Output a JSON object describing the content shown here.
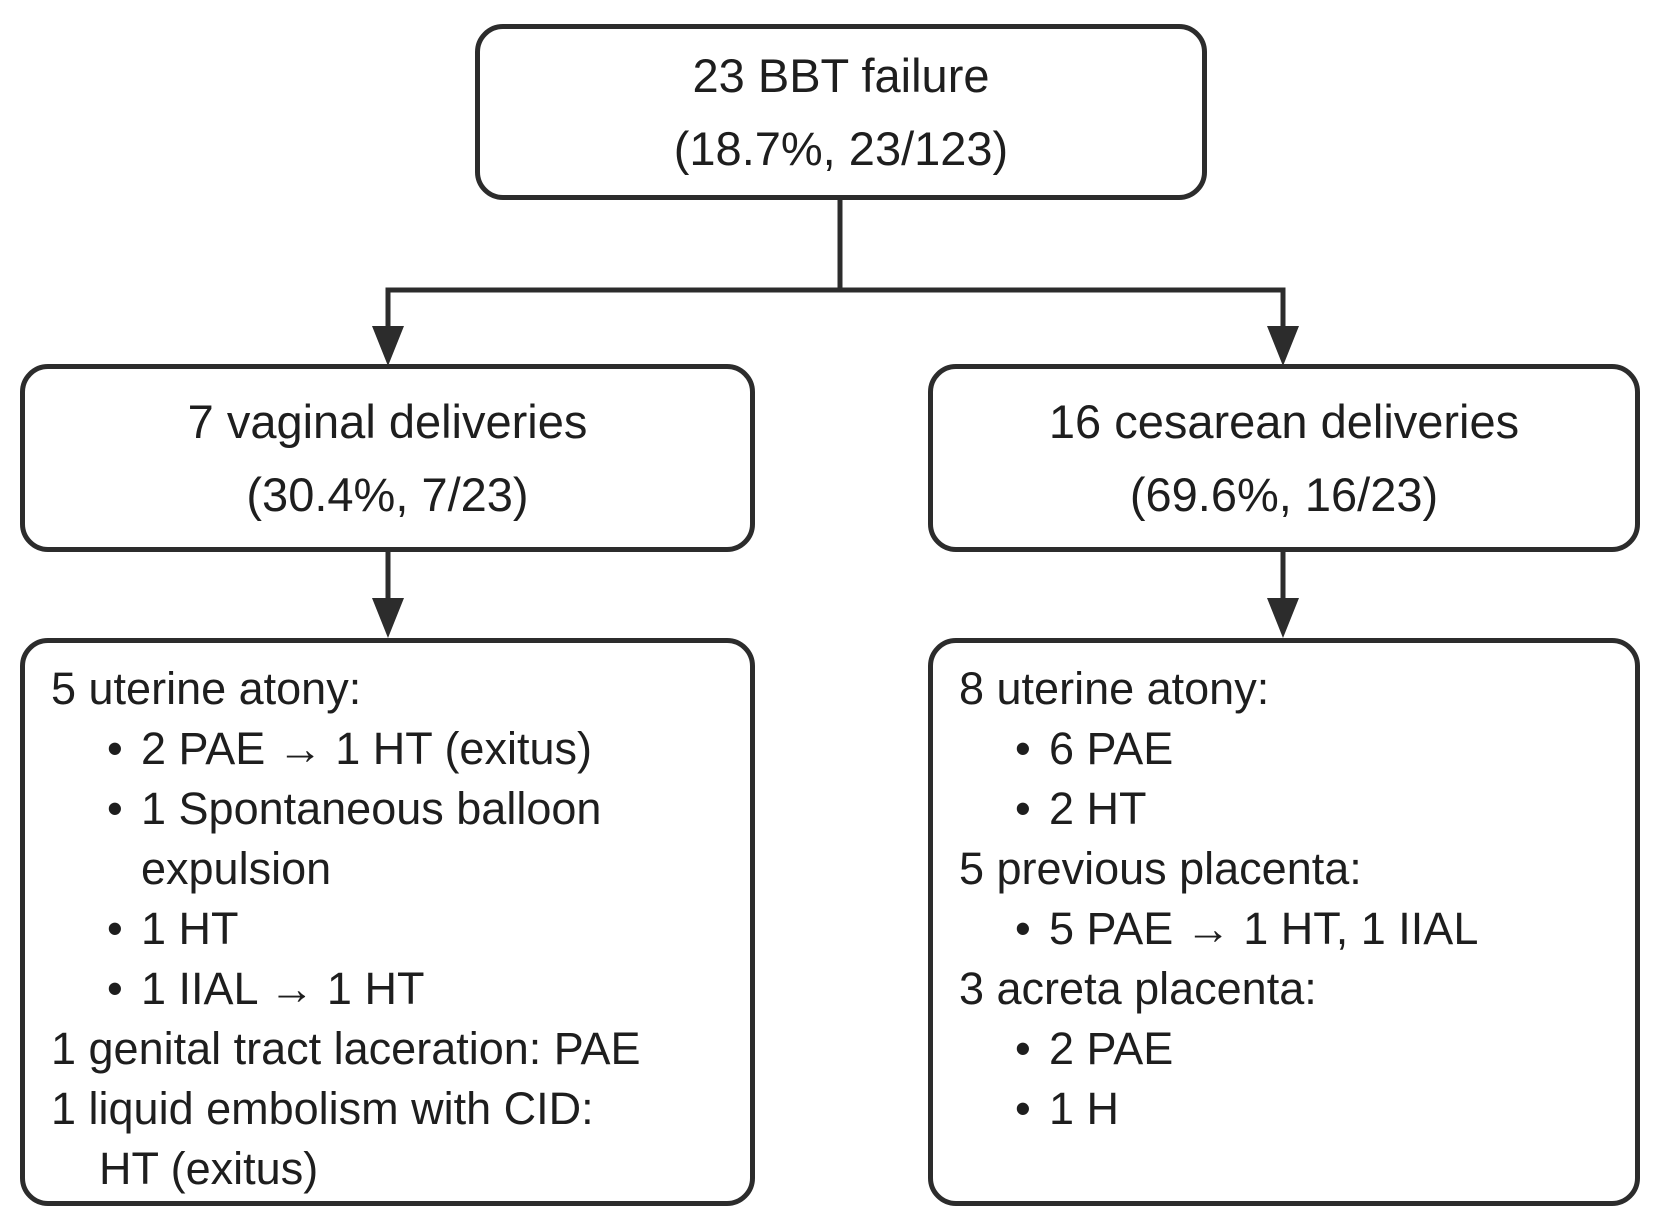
{
  "figure": {
    "type": "flowchart",
    "colors": {
      "background": "#ffffff",
      "border": "#2c2c2c",
      "connector": "#2c2c2c",
      "text": "#1e1e1e"
    }
  },
  "nodes": {
    "root": {
      "lines": [
        "23 BBT failure",
        "(18.7%, 23/123)"
      ]
    },
    "vaginal": {
      "lines": [
        "7 vaginal deliveries",
        "(30.4%, 7/23)"
      ]
    },
    "cesarean": {
      "lines": [
        "16 cesarean deliveries",
        "(69.6%, 16/23)"
      ]
    },
    "vaginal_outcomes": {
      "lines": [
        "5 uterine atony:",
        "2 PAE → 1 HT (exitus)",
        "1 Spontaneous balloon",
        "expulsion",
        "1 HT",
        "1 IIAL → 1 HT",
        "1 genital tract laceration: PAE",
        "1 liquid embolism with CID:",
        "HT (exitus)"
      ]
    },
    "cesarean_outcomes": {
      "lines": [
        "8 uterine atony:",
        "6 PAE",
        "2 HT",
        "5 previous placenta:",
        "5 PAE → 1 HT, 1 IIAL",
        "3 acreta placenta:",
        "2 PAE",
        "1 H"
      ]
    }
  }
}
